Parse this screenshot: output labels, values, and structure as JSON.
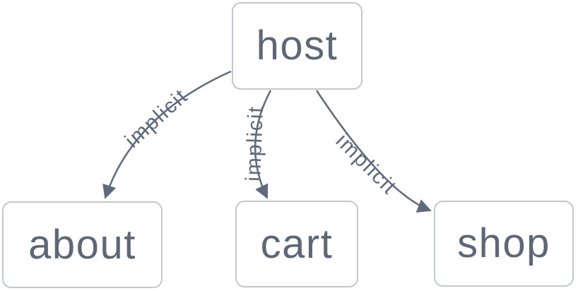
{
  "diagram": {
    "type": "node-graph",
    "colors": {
      "background": "#ffffff",
      "node_border": "#c3c7cd",
      "node_fill": "#ffffff",
      "node_text": "#5d6776",
      "edge_stroke": "#5f6b7c",
      "edge_label_text": "#5f6b7c"
    },
    "nodes": [
      {
        "id": "host",
        "label": "host"
      },
      {
        "id": "about",
        "label": "about"
      },
      {
        "id": "cart",
        "label": "cart"
      },
      {
        "id": "shop",
        "label": "shop"
      }
    ],
    "edges": [
      {
        "from": "host",
        "to": "about",
        "label": "implicit"
      },
      {
        "from": "host",
        "to": "cart",
        "label": "implicit"
      },
      {
        "from": "host",
        "to": "shop",
        "label": "implicit"
      }
    ]
  }
}
